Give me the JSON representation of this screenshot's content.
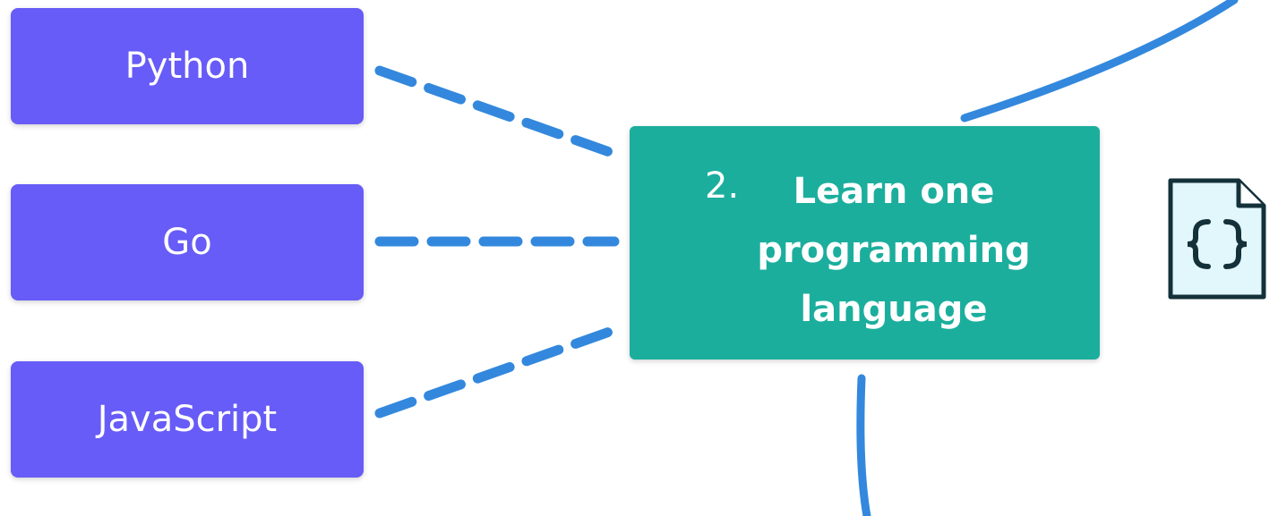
{
  "options": [
    {
      "label": "Python"
    },
    {
      "label": "Go"
    },
    {
      "label": "JavaScript"
    }
  ],
  "step": {
    "number": "2.",
    "title": "Learn one programming language"
  },
  "icons": {
    "side": "code-file-icon"
  },
  "colors": {
    "option_bg": "#675CF7",
    "step_bg": "#1CAE9D",
    "connector": "#3388DD",
    "icon_stroke": "#14313A",
    "icon_fill": "#E2F7FC"
  }
}
